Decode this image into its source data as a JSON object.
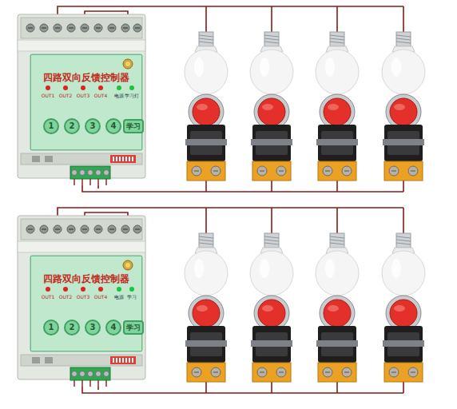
{
  "diagram": {
    "nodes": [
      {
        "text": [
          "四路双向反馈控制器"
        ]
      },
      {
        "text": [
          "1"
        ],
        "in": 0
      },
      {
        "text": [
          "2"
        ],
        "in": 0
      },
      {
        "text": [
          "3"
        ],
        "in": 0
      },
      {
        "text": [
          "4"
        ],
        "in": 0
      },
      {
        "text": [
          "学习"
        ],
        "in": 0
      },
      {
        "text": [
          "四路双向反馈控制器"
        ]
      },
      {
        "text": [
          "1"
        ],
        "in": 6
      },
      {
        "text": [
          "2"
        ],
        "in": 6
      },
      {
        "text": [
          "3"
        ],
        "in": 6
      },
      {
        "text": [
          "4"
        ],
        "in": 6
      },
      {
        "text": [
          "学习"
        ],
        "in": 6
      }
    ],
    "labels": [
      "OUT1",
      "OUT2",
      "OUT3",
      "OUT4",
      "电源",
      "学习灯",
      "OUT1",
      "OUT2",
      "OUT3",
      "OUT4",
      "电源",
      "学习"
    ]
  }
}
